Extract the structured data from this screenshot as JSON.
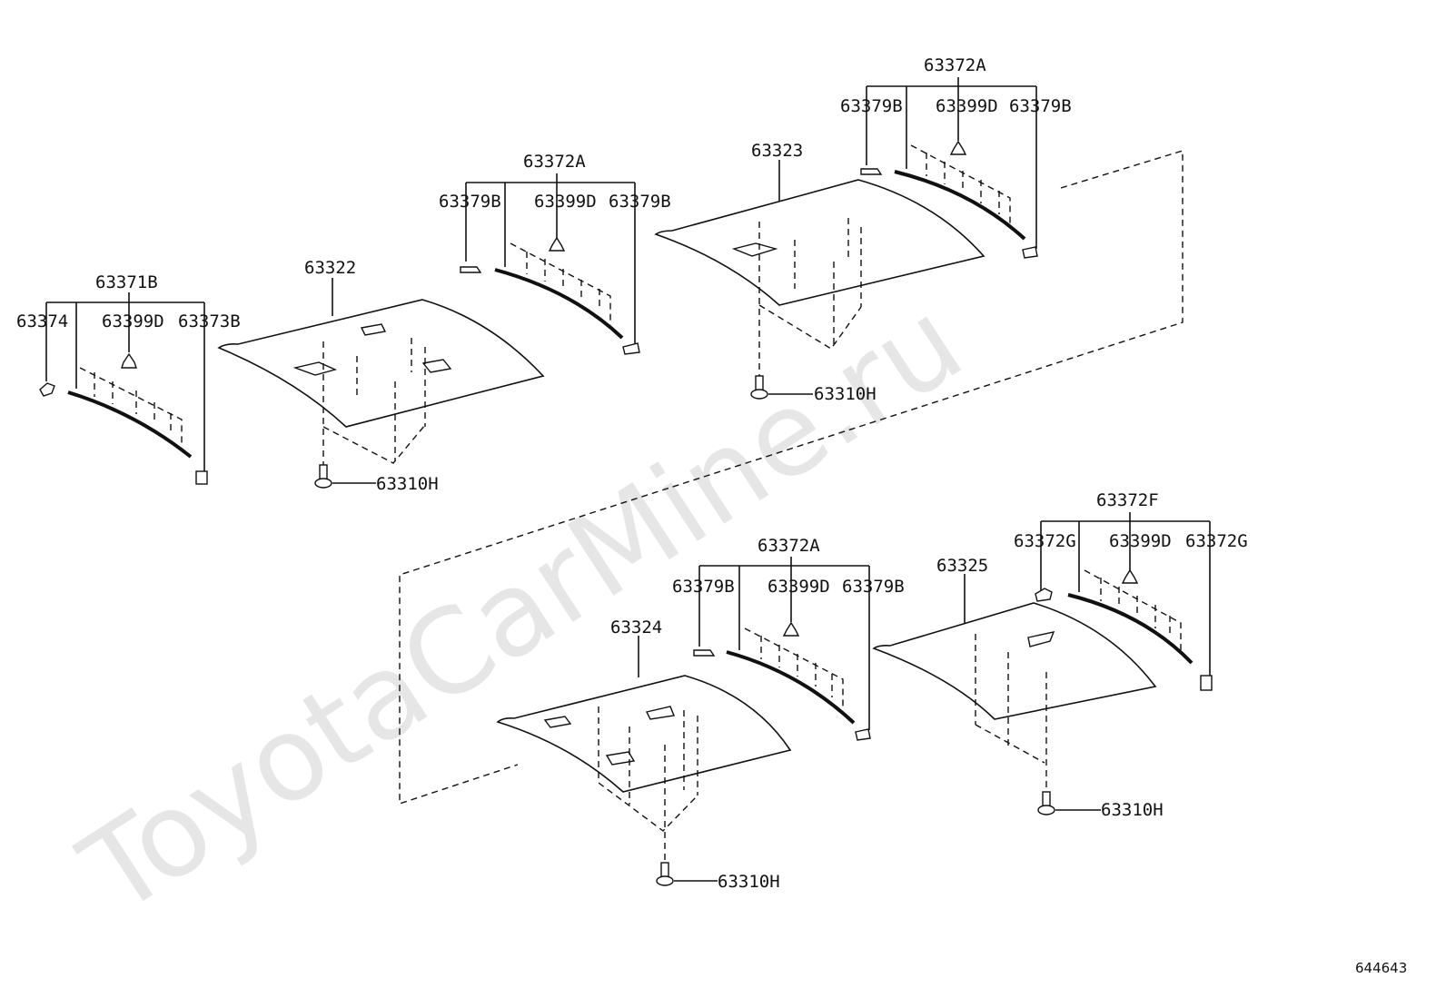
{
  "watermark": "ToyotaCarMine.ru",
  "diagram_id": "644643",
  "labels": {
    "g1_parent": "63371B",
    "g1_left": "63374",
    "g1_mid": "63399D",
    "g1_right": "63373B",
    "panel1": "63322",
    "fastener1": "63310H",
    "g2_parent": "63372A",
    "g2_left": "63379B",
    "g2_mid": "63399D",
    "g2_right": "63379B",
    "panel2": "63323",
    "fastener2": "63310H",
    "g3_parent": "63372A",
    "g3_left": "63379B",
    "g3_mid": "63399D",
    "g3_right": "63379B",
    "panel3": "63324",
    "fastener3": "63310H",
    "g4_parent": "63372A",
    "g4_left": "63379B",
    "g4_mid": "63399D",
    "g4_right": "63379B",
    "g5_parent": "63372F",
    "g5_left": "63372G",
    "g5_mid": "63399D",
    "g5_right": "63372G",
    "panel4": "63325",
    "fastener4": "63310H"
  }
}
